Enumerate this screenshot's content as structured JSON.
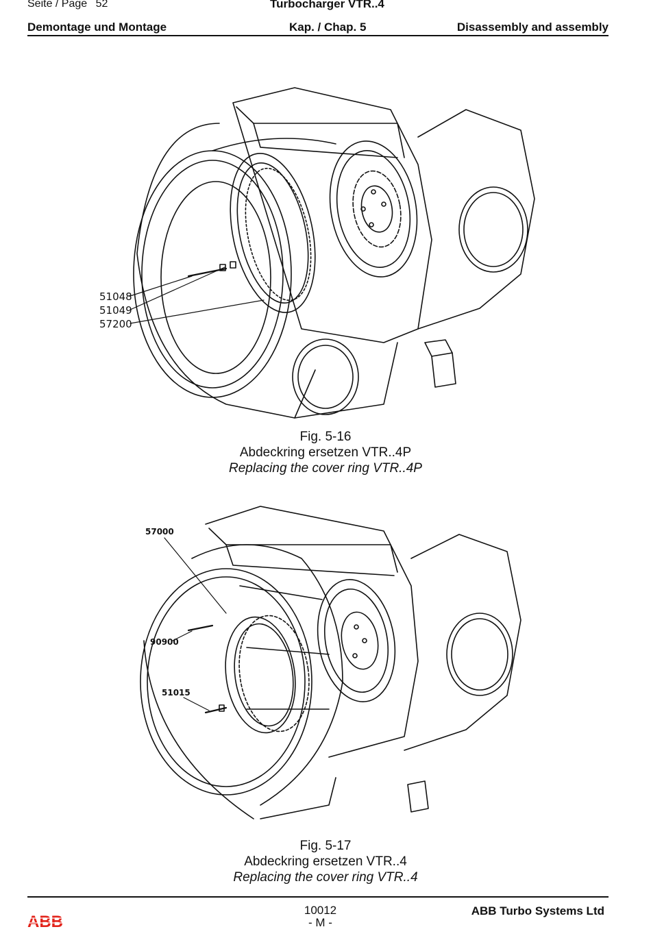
{
  "header": {
    "page_label": "Seite / Page",
    "page_number": "52",
    "doc_title": "Turbocharger VTR..4",
    "section_de": "Demontage und Montage",
    "chapter": "Kap. / Chap. 5",
    "section_en": "Disassembly and assembly"
  },
  "figures": [
    {
      "labels": [
        "51048",
        "51049",
        "57200"
      ],
      "number": "Fig. 5-16",
      "title_de": "Abdeckring ersetzen VTR..4P",
      "title_en": "Replacing the cover ring VTR..4P"
    },
    {
      "labels": [
        "57000",
        "90900",
        "51015"
      ],
      "number": "Fig. 5-17",
      "title_de": "Abdeckring ersetzen VTR..4",
      "title_en": "Replacing the cover ring VTR..4"
    }
  ],
  "footer": {
    "doc_number": "10012",
    "revision": "- M -",
    "company": "ABB Turbo Systems Ltd",
    "logo_text": "ABB"
  }
}
